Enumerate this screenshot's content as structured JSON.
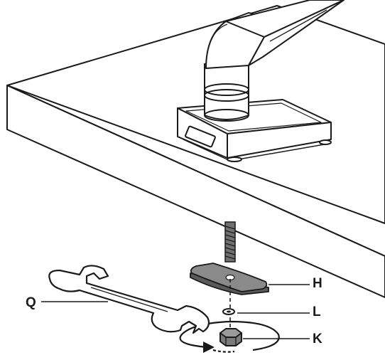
{
  "labels": {
    "h": "H",
    "l": "L",
    "k": "K",
    "q": "Q"
  },
  "colors": {
    "ink": "#1a1a1a",
    "plate_fill": "#8a8a8a",
    "plate_edge": "#5a5a5a",
    "nut_fill": "#9a9a9a",
    "bolt_fill": "#6f6f6f",
    "paper": "#ffffff"
  },
  "icons": {
    "rotation": "rotation-arrow-icon"
  }
}
